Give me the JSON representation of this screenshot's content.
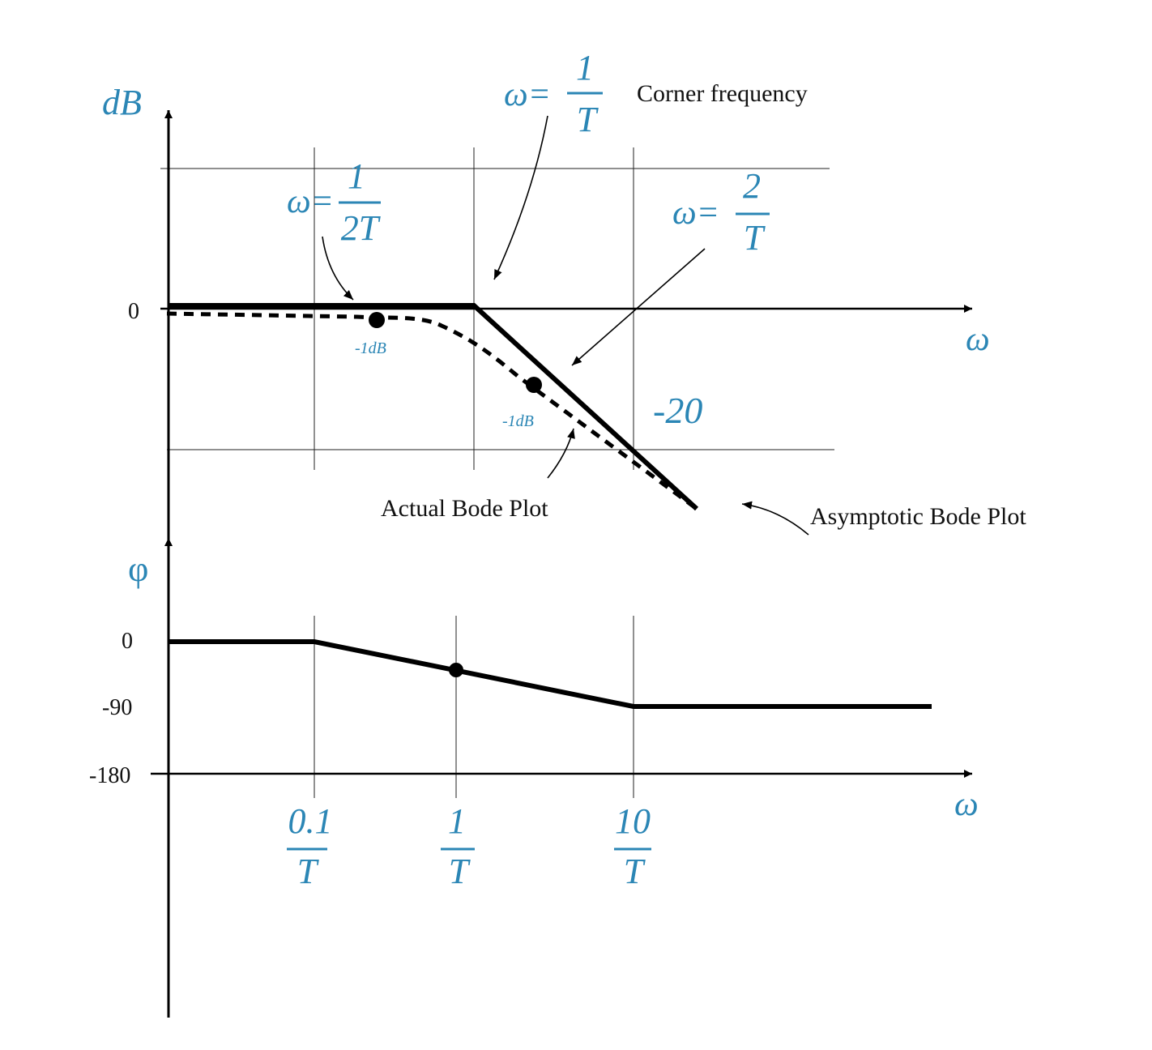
{
  "colors": {
    "ink": "#000000",
    "accent": "#2b86b5",
    "grid": "#222222"
  },
  "magnitude": {
    "axis_label": "dB",
    "x_axis_label": "ω",
    "zero_label": "0",
    "slope_label": "-20",
    "point_labels": [
      "-1dB",
      "-1dB"
    ],
    "omega_half": {
      "prefix": "ω=",
      "num": "1",
      "den": "2T"
    },
    "omega_corner": {
      "prefix": "ω=",
      "num": "1",
      "den": "T"
    },
    "omega_double": {
      "prefix": "ω=",
      "num": "2",
      "den": "T"
    },
    "corner_text": "Corner frequency",
    "actual_text": "Actual Bode Plot",
    "asymptotic_text": "Asymptotic Bode Plot"
  },
  "phase": {
    "axis_label": "φ",
    "x_axis_label": "ω",
    "tick_labels": [
      "0",
      "-90",
      "-180"
    ],
    "freq_ticks": [
      {
        "num": "0.1",
        "den": "T"
      },
      {
        "num": "1",
        "den": "T"
      },
      {
        "num": "10",
        "den": "T"
      }
    ]
  }
}
